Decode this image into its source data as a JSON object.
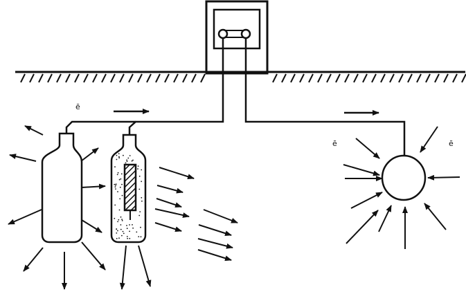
{
  "labels": {
    "electron_left": "ē",
    "electron_right_a": "ē",
    "electron_right_b": "ē"
  },
  "colors": {
    "ink": "#111111",
    "paper": "#ffffff"
  }
}
